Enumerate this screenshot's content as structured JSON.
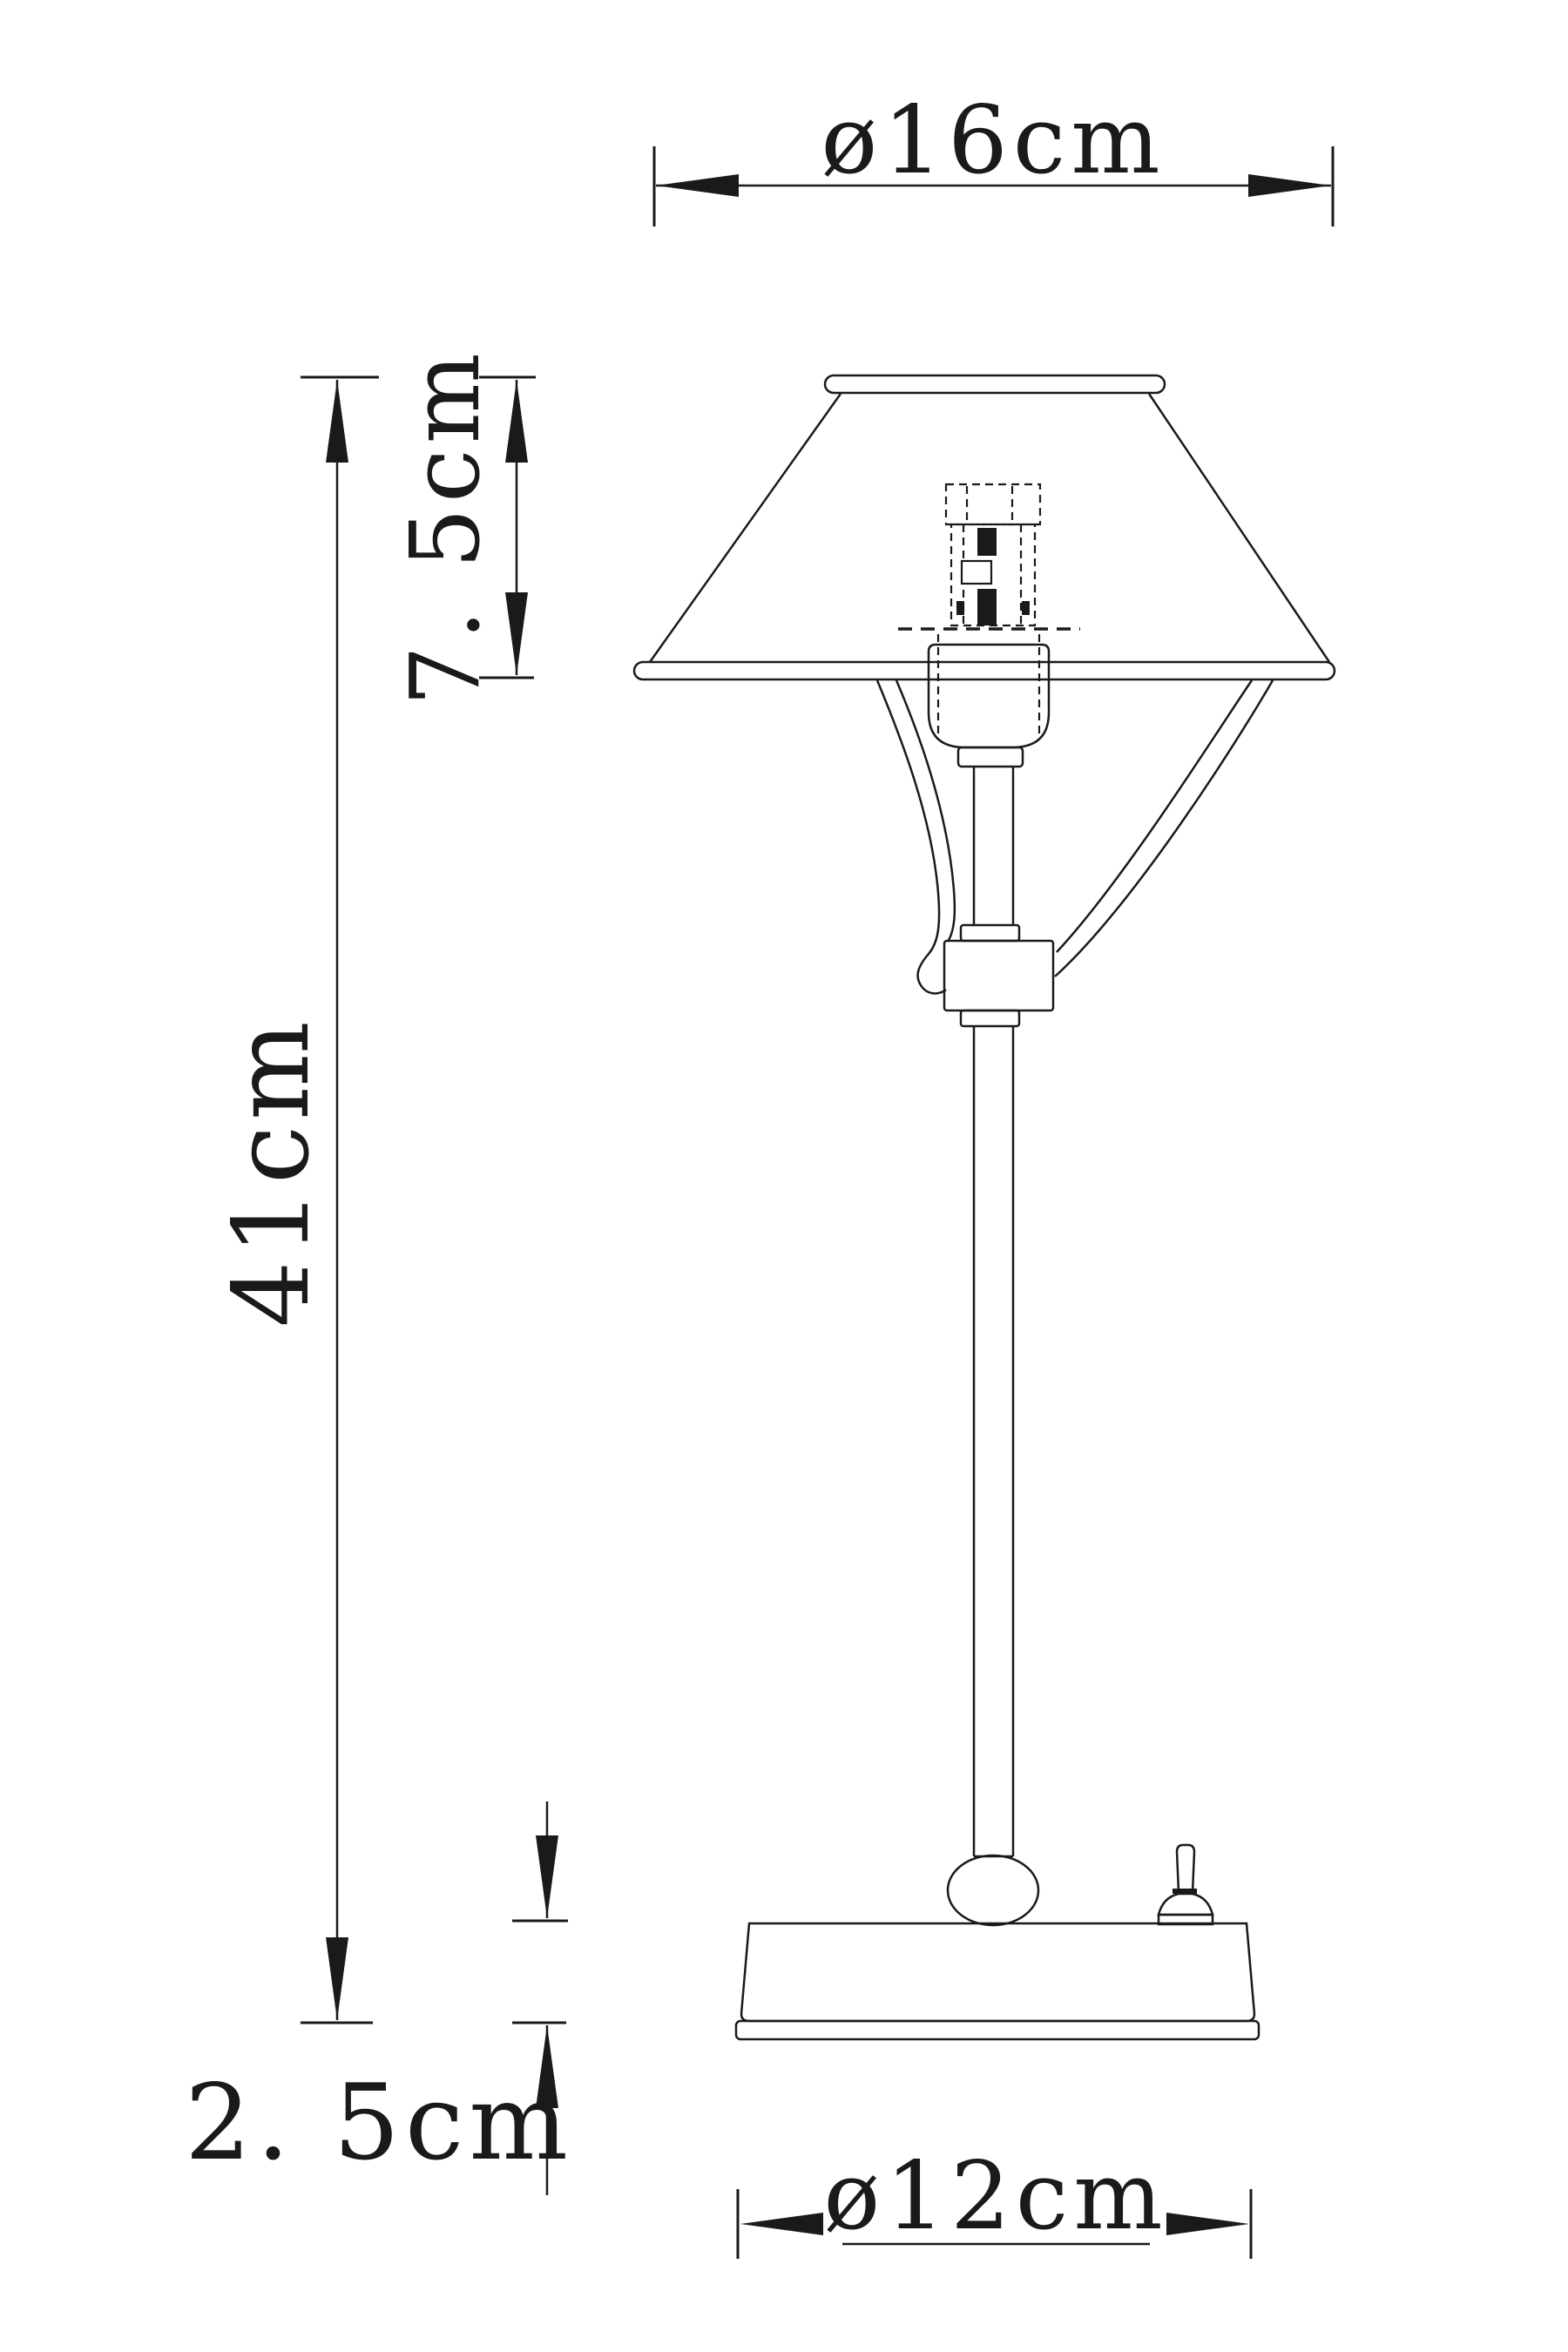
{
  "drawing": {
    "kind": "technical line drawing",
    "subject": "table lamp with conical shade, dimension diagram",
    "background": "#ffffff",
    "line_color": "#1a1a1a"
  },
  "dimensions": {
    "shade_diameter": {
      "label": "ø16cm",
      "value_cm": 16
    },
    "shade_height": {
      "label": "7. 5cm",
      "value_cm": 7.5
    },
    "total_height": {
      "label": "41cm",
      "value_cm": 41
    },
    "base_height": {
      "label": "2. 5cm",
      "value_cm": 2.5
    },
    "base_diameter": {
      "label": "ø12cm",
      "value_cm": 12
    }
  },
  "parts": [
    "shade-top-ring",
    "conical-shade",
    "shade-bottom-ring",
    "led-bulb-hidden-dashed",
    "socket-cup",
    "harp-arm-left",
    "harp-arm-right",
    "stem-block",
    "stem",
    "ball-joint",
    "base",
    "base-plate",
    "toggle-switch"
  ]
}
